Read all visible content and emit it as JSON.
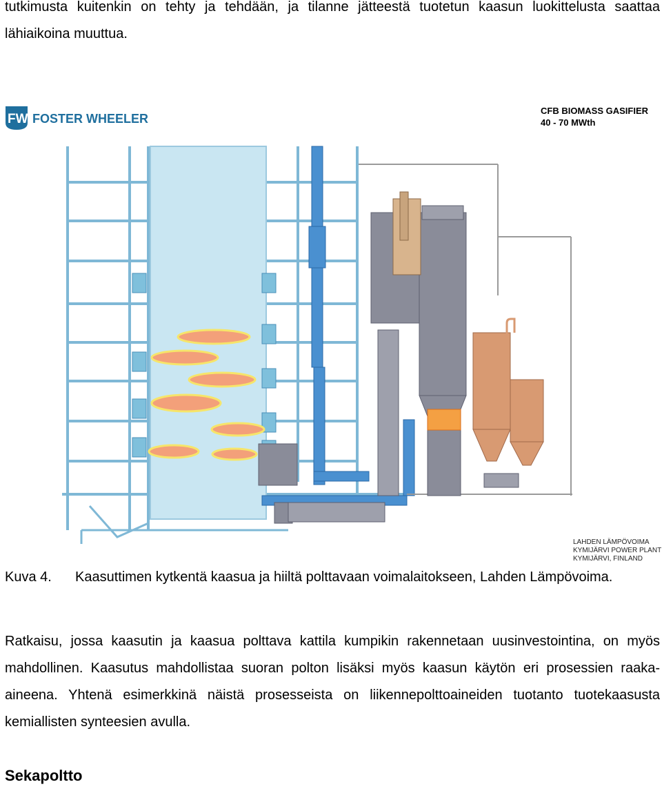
{
  "top_paragraph": "tutkimusta kuitenkin on tehty ja tehdään, ja tilanne jätteestä tuotetun kaasun luokittelusta saattaa lähiaikoina muuttua.",
  "figure": {
    "logo_text": "FOSTER WHEELER",
    "logo_monogram": "FW",
    "title_line1": "CFB BIOMASS GASIFIER",
    "title_line2": "40 - 70 MWth",
    "plant_line1": "LAHDEN LÄMPÖVOIMA",
    "plant_line2": "KYMIJÄRVI POWER PLANT",
    "plant_line3": "KYMIJÄRVI, FINLAND",
    "colors": {
      "brand": "#1f6f9e",
      "boiler_water": "#c9e6f2",
      "structure": "#7fb8d6",
      "duct": "#4a90d0",
      "gasifier_body": "#8a8c99",
      "silo": "#d89a72",
      "flame": "#f3a07a"
    }
  },
  "caption": {
    "label": "Kuva 4.",
    "text": "Kaasuttimen kytkentä kaasua ja hiiltä polttavaan voimalaitokseen, Lahden Lämpövoima."
  },
  "body_paragraph": "Ratkaisu, jossa kaasutin ja kaasua polttava kattila kumpikin rakennetaan uusinvestointina, on myös mahdollinen. Kaasutus mahdollistaa suoran polton lisäksi myös kaasun käytön eri prosessien raaka-aineena. Yhtenä esimerkkinä näistä prosesseista on liikennepolttoaineiden tuotanto tuotekaasusta kemiallisten synteesien avulla.",
  "section_heading": "Sekapoltto"
}
